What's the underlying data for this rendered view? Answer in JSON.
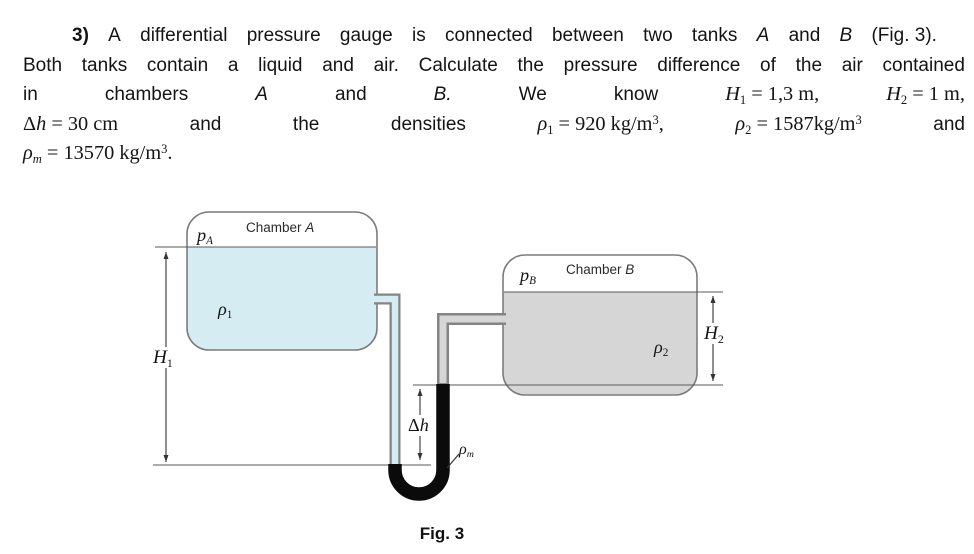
{
  "problem": {
    "lines": [
      {
        "tokens": [
          [
            {
              "t": "3)",
              "s": "b"
            }
          ],
          [
            {
              "t": "A",
              "s": "r"
            }
          ],
          [
            {
              "t": "differential",
              "s": "r"
            }
          ],
          [
            {
              "t": "pressure",
              "s": "r"
            }
          ],
          [
            {
              "t": "gauge",
              "s": "r"
            }
          ],
          [
            {
              "t": "is",
              "s": "r"
            }
          ],
          [
            {
              "t": "connected",
              "s": "r"
            }
          ],
          [
            {
              "t": "between",
              "s": "r"
            }
          ],
          [
            {
              "t": "two",
              "s": "r"
            }
          ],
          [
            {
              "t": "tanks",
              "s": "r"
            }
          ],
          [
            {
              "t": "A",
              "s": "i"
            }
          ],
          [
            {
              "t": "and",
              "s": "r"
            }
          ],
          [
            {
              "t": "B",
              "s": "i"
            }
          ],
          [
            {
              "t": "(Fig. 3).",
              "s": "r"
            }
          ]
        ]
      },
      {
        "tokens": [
          [
            {
              "t": "Both",
              "s": "r"
            }
          ],
          [
            {
              "t": "tanks",
              "s": "r"
            }
          ],
          [
            {
              "t": "contain",
              "s": "r"
            }
          ],
          [
            {
              "t": "a",
              "s": "r"
            }
          ],
          [
            {
              "t": "liquid",
              "s": "r"
            }
          ],
          [
            {
              "t": "and",
              "s": "r"
            }
          ],
          [
            {
              "t": "air.",
              "s": "r"
            }
          ],
          [
            {
              "t": "Calculate",
              "s": "r"
            }
          ],
          [
            {
              "t": "the",
              "s": "r"
            }
          ],
          [
            {
              "t": "pressure",
              "s": "r"
            }
          ],
          [
            {
              "t": "difference",
              "s": "r"
            }
          ],
          [
            {
              "t": "of",
              "s": "r"
            }
          ],
          [
            {
              "t": "the",
              "s": "r"
            }
          ],
          [
            {
              "t": "air",
              "s": "r"
            }
          ],
          [
            {
              "t": "contained",
              "s": "r"
            }
          ]
        ]
      },
      {
        "tokens": [
          [
            {
              "t": "in",
              "s": "r"
            }
          ],
          [
            {
              "t": "chambers",
              "s": "r"
            }
          ],
          [
            {
              "t": "A",
              "s": "i"
            }
          ],
          [
            {
              "t": "and",
              "s": "r"
            }
          ],
          [
            {
              "t": "B.",
              "s": "i"
            }
          ],
          [
            {
              "t": "We",
              "s": "r"
            }
          ],
          [
            {
              "t": "know",
              "s": "r"
            }
          ],
          [
            {
              "t": "H",
              "s": "mi"
            },
            {
              "t": "1",
              "s": "sub"
            },
            {
              "t": " = 1,3 m,",
              "s": "m"
            }
          ],
          [
            {
              "t": "H",
              "s": "mi"
            },
            {
              "t": "2",
              "s": "sub"
            },
            {
              "t": " = 1 m,",
              "s": "m"
            }
          ]
        ]
      },
      {
        "tokens": [
          [
            {
              "t": "Δ",
              "s": "m"
            },
            {
              "t": "h",
              "s": "mi"
            },
            {
              "t": " = 30 cm",
              "s": "m"
            }
          ],
          [
            {
              "t": "and",
              "s": "r"
            }
          ],
          [
            {
              "t": "the",
              "s": "r"
            }
          ],
          [
            {
              "t": "densities",
              "s": "r"
            }
          ],
          [
            {
              "t": "ρ",
              "s": "mi"
            },
            {
              "t": "1",
              "s": "sub"
            },
            {
              "t": " = 920 kg/m",
              "s": "m"
            },
            {
              "t": "3",
              "s": "sup"
            },
            {
              "t": ",",
              "s": "m"
            }
          ],
          [
            {
              "t": "ρ",
              "s": "mi"
            },
            {
              "t": "2",
              "s": "sub"
            },
            {
              "t": " = 1587kg/m",
              "s": "m"
            },
            {
              "t": "3",
              "s": "sup"
            }
          ],
          [
            {
              "t": "and",
              "s": "r"
            }
          ]
        ]
      },
      {
        "segments": [
          {
            "t": "ρ",
            "s": "mi"
          },
          {
            "t": "m",
            "s": "subi"
          },
          {
            "t": " = 13570 kg/m",
            "s": "m"
          },
          {
            "t": "3",
            "s": "sup"
          },
          {
            "t": ".",
            "s": "m"
          }
        ]
      }
    ]
  },
  "figure": {
    "caption": "Fig. 3",
    "labels": {
      "pA": [
        {
          "t": "p",
          "s": "mi"
        },
        {
          "t": "A",
          "s": "subi"
        }
      ],
      "chamberA": [
        {
          "t": "Chamber ",
          "s": "r"
        },
        {
          "t": "A",
          "s": "i"
        }
      ],
      "rho1": [
        {
          "t": "ρ",
          "s": "mi"
        },
        {
          "t": "1",
          "s": "sub"
        }
      ],
      "H1": [
        {
          "t": "H",
          "s": "mi"
        },
        {
          "t": "1",
          "s": "sub"
        }
      ],
      "pB": [
        {
          "t": "p",
          "s": "mi"
        },
        {
          "t": "B",
          "s": "subi"
        }
      ],
      "chamberB": [
        {
          "t": "Chamber ",
          "s": "r"
        },
        {
          "t": "B",
          "s": "i"
        }
      ],
      "rho2": [
        {
          "t": "ρ",
          "s": "mi"
        },
        {
          "t": "2",
          "s": "sub"
        }
      ],
      "H2": [
        {
          "t": "H",
          "s": "mi"
        },
        {
          "t": "2",
          "s": "sub"
        }
      ],
      "dh": [
        {
          "t": "Δ",
          "s": "m"
        },
        {
          "t": "h",
          "s": "mi"
        }
      ],
      "rhom": [
        {
          "t": "ρ",
          "s": "mi"
        },
        {
          "t": "m",
          "s": "subi"
        }
      ]
    },
    "colors": {
      "liquid_a": "#d5ecf3",
      "liquid_b": "#d6d6d6",
      "manometer_fluid": "#0b0b0b",
      "tank_outline": "#7c7c7c",
      "tube_casing": "#848484",
      "thin_line": "#5a5a5a",
      "dimension_line": "#333333"
    }
  }
}
